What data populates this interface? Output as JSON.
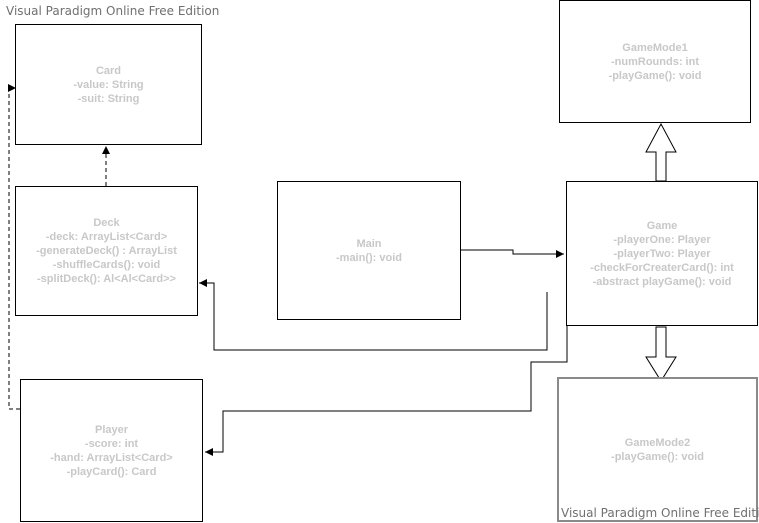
{
  "watermark": {
    "top": "Visual Paradigm Online Free Edition",
    "bottom": "Visual Paradigm Online Free Edition"
  },
  "classes": {
    "card": {
      "name": "Card",
      "members": [
        "-value: String",
        "-suit: String"
      ]
    },
    "deck": {
      "name": "Deck",
      "members": [
        "-deck: ArrayList<Card>",
        "-generateDeck() : ArrayList",
        "-shuffleCards(): void",
        "-splitDeck(): Al<Al<Card>>"
      ]
    },
    "main": {
      "name": "Main",
      "members": [
        "-main(): void"
      ]
    },
    "game": {
      "name": "Game",
      "members": [
        "-playerOne: Player",
        "-playerTwo: Player",
        "-checkForCreaterCard(): int",
        "-abstract playGame(): void"
      ]
    },
    "gamemode1": {
      "name": "GameMode1",
      "members": [
        "-numRounds: int",
        "-playGame(): void"
      ]
    },
    "gamemode2": {
      "name": "GameMode2",
      "members": [
        "-playGame(): void"
      ]
    },
    "player": {
      "name": "Player",
      "members": [
        "-score: int",
        "-hand: ArrayList<Card>",
        "-playCard(): Card"
      ]
    }
  },
  "colors": {
    "border": "#000000",
    "text": "#c8c8c8",
    "watermark": "#707070",
    "highlight_border": "#8a8a8a"
  }
}
